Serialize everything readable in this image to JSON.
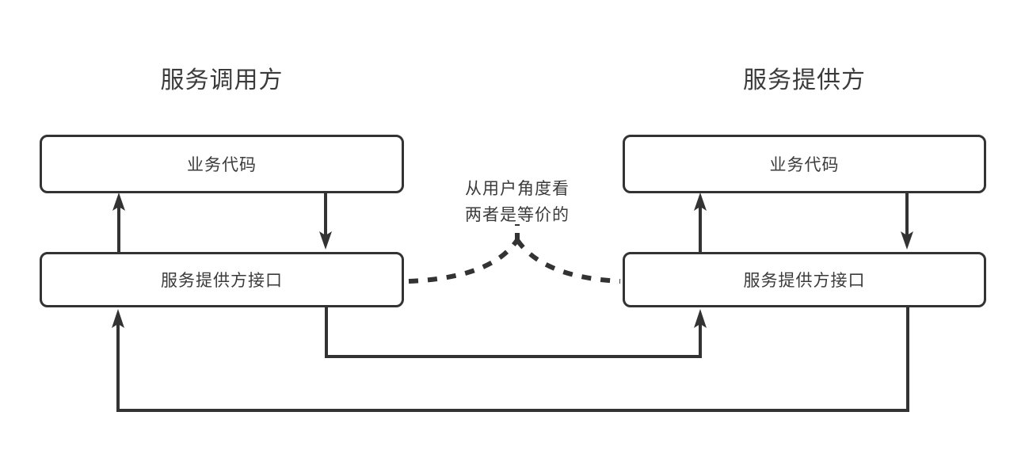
{
  "diagram": {
    "title_left": "服务调用方",
    "title_right": "服务提供方",
    "columns": [
      {
        "id": "caller",
        "title": "服务调用方",
        "boxes": [
          {
            "id": "caller-biz",
            "label": "业务代码"
          },
          {
            "id": "caller-iface",
            "label": "服务提供方接口"
          }
        ]
      },
      {
        "id": "provider",
        "title": "服务提供方",
        "boxes": [
          {
            "id": "provider-biz",
            "label": "业务代码"
          },
          {
            "id": "provider-iface",
            "label": "服务提供方接口"
          }
        ]
      }
    ],
    "annotation": {
      "line1": "从用户角度看",
      "line2": "两者是等价的"
    },
    "connectors": [
      {
        "id": "caller-iface-to-biz",
        "style": "solid",
        "direction": "up",
        "from": "caller-iface",
        "to": "caller-biz"
      },
      {
        "id": "caller-biz-to-iface",
        "style": "solid",
        "direction": "down",
        "from": "caller-biz",
        "to": "caller-iface"
      },
      {
        "id": "provider-iface-to-biz",
        "style": "solid",
        "direction": "up",
        "from": "provider-iface",
        "to": "provider-biz"
      },
      {
        "id": "provider-biz-to-iface",
        "style": "solid",
        "direction": "down",
        "from": "provider-biz",
        "to": "provider-iface"
      },
      {
        "id": "caller-iface-to-provider-iface",
        "style": "solid",
        "direction": "up",
        "from": "caller-iface",
        "to": "provider-iface"
      },
      {
        "id": "provider-iface-to-caller-iface",
        "style": "solid",
        "direction": "up",
        "from": "provider-iface",
        "to": "caller-iface"
      },
      {
        "id": "equivalence-link",
        "style": "dashed",
        "direction": "none",
        "from": "caller-iface",
        "to": "provider-iface"
      }
    ],
    "colors": {
      "stroke": "#333333",
      "text": "#3b3b3b",
      "background": "#ffffff"
    }
  }
}
